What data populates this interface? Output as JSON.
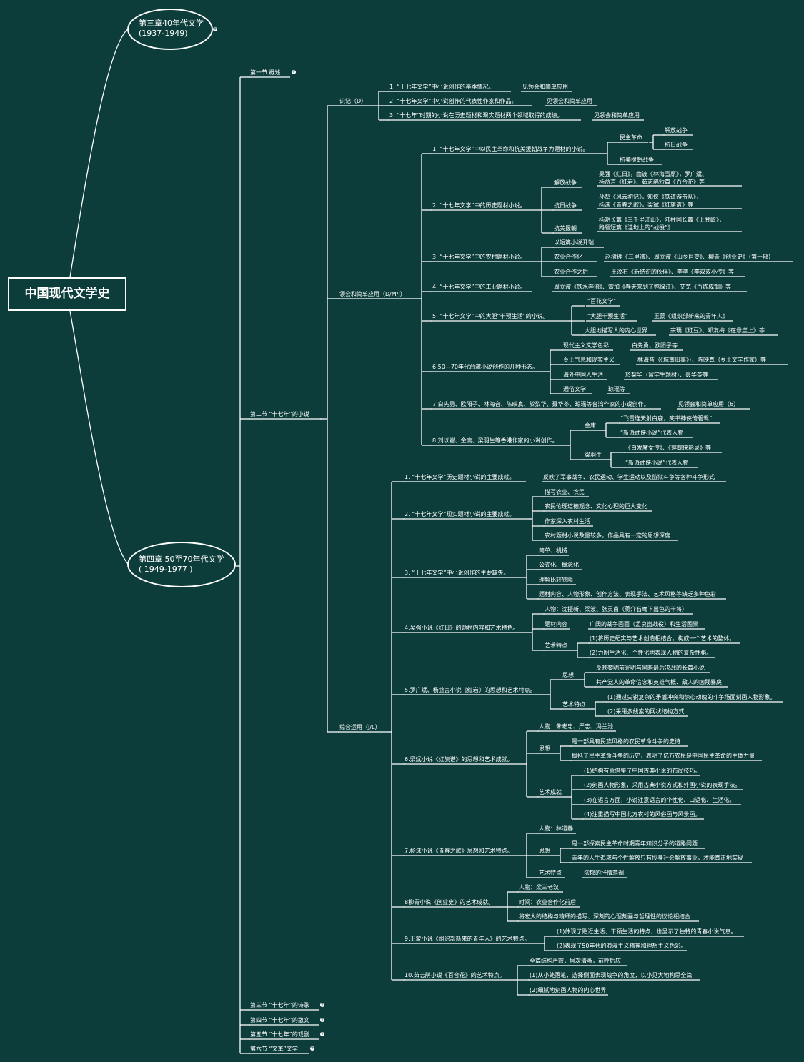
{
  "root": "中国现代文学史",
  "ch3": [
    "第三章40年代文学",
    "(1937-1949)"
  ],
  "ch4": [
    "第四章 50至70年代文学",
    "( 1949-1977 )"
  ],
  "sections": {
    "s1": "第一节 概述",
    "s2": "第二节 “十七年”的小说",
    "s3": "第三节 “十七年”的诗歌",
    "s4": "第四节 “十七年”的散文",
    "s5": "第五节 “十七年”的戏剧",
    "s6": "第六节 “文革”文学"
  },
  "levels": {
    "recall": "识记（D）",
    "apply": "领会和简单应用（D/M/J）",
    "synth": "综合运用（J/L）"
  },
  "recall_items": [
    {
      "text": "1. “十七年文学”中小说创作的基本情况。",
      "tag": "见领会和简单应用"
    },
    {
      "text": "2. “十七年文学”中小说创作的代表性作家和作品。",
      "tag": "见领会和简单应用"
    },
    {
      "text": "3. “十七年”时期的小说在历史题材和现实题材两个领域取得的成绩。",
      "tag": "见领会和简单应用"
    }
  ],
  "apply": {
    "a1": {
      "text": "1. “十七年文学”中以民主革命和抗美援朝战争为题材的小说。",
      "minzhu": "民主革命",
      "jiefang": "解放战争",
      "kangri": "抗日战争",
      "kangmei": "抗美援朝战争"
    },
    "a2": {
      "text": "2. “十七年文学”中的历史题材小说。",
      "rows": [
        {
          "k": "解放战争",
          "v": "吴强《红日》，曲波《林海雪原》，罗广斌、\n杨益言《红岩》、茹志鹃短篇《百合花》等"
        },
        {
          "k": "抗日战争",
          "v": "孙犁《风云初记》，知侠《铁道游击队》，\n杨沫《青春之歌》，梁斌《红旗谱》等"
        },
        {
          "k": "抗美援朝",
          "v": "杨朔长篇《三千里江山》，陆柱国长篇《上甘岭》，\n路翎短篇《洼地上的“战役”》"
        }
      ]
    },
    "a3": {
      "text": "3. “十七年文学”中的农村题材小说。",
      "first": "以短篇小说开端",
      "rows": [
        {
          "k": "农业合作化",
          "v": "赵树理《三里湾》、周立波《山乡巨变》、柳青《创业史》（第一部）"
        },
        {
          "k": "农业合作之后",
          "v": "王汶石《新结识的伙伴》、李凖《李双双小传》等"
        }
      ]
    },
    "a4": {
      "text": "4. “十七年文学”中的工业题材小说。",
      "v": "周立波《铁水奔流》、雷加《春天来到了鸭绿江》、艾芜《百炼成钢》等"
    },
    "a5": {
      "text": "5. “十七年文学”中的大胆“干预生活”的小说。",
      "rows": [
        {
          "k": "“百花文学”",
          "v": ""
        },
        {
          "k": "“大胆干预生活”",
          "v": "王蒙《组织部新来的青年人》"
        },
        {
          "k": "大胆地描写人的内心世界",
          "v": "宗璞《红豆》、邓友梅《在悬崖上》等"
        }
      ]
    },
    "a6": {
      "text": "6.50—70年代台湾小说创作的几种形态。",
      "rows": [
        {
          "k": "现代主义文学色彩",
          "v": "白先勇、欧阳子等"
        },
        {
          "k": "乡土气息和现实主义",
          "v": "林海音（《城南旧事》）、陈映真（乡土文学作家）等"
        },
        {
          "k": "海外中国人生活",
          "v": "於梨华（留学生题材）、聂华苓等"
        },
        {
          "k": "通俗文学",
          "v": "琼瑶等"
        }
      ]
    },
    "a7": {
      "text": "7.白先勇、欧阳子、林海音、陈映真、於梨华、聂华苓、琼瑶等台湾作家的小说创作。",
      "v": "见领会和简单应用（6）"
    },
    "a8": {
      "text": "8.刘以鬯、金庸、梁羽生等香港作家的小说创作。",
      "jin": "金庸",
      "jin_rows": [
        "“飞雪连天射白鹿，笑书神侠倚碧鸳”",
        "“新派武侠小说”代表人物"
      ],
      "liang": "梁羽生",
      "liang_rows": [
        "《白发魔女传》、《萍踪侠影录》等",
        "“新派武侠小说”代表人物"
      ]
    }
  },
  "synth": {
    "c1": {
      "text": "1. “十七年文学”历史题材小说的主要成就。",
      "v": "反映了军事战争、农民运动、学生运动以及监狱斗争等各种斗争形式"
    },
    "c2": {
      "text": "2. “十七年文学”现实题材小说的主要成就。",
      "rows": [
        "描写农业、农民",
        "农民伦理道德观念、文化心理的巨大变化",
        "作家深入农村生活",
        "农村题材小说数量较多，作品具有一定的思想深度"
      ]
    },
    "c3": {
      "text": "3. “十七年文学”中小说创作的主要缺失。",
      "rows": [
        "简单、机械",
        "公式化、概念化",
        "理解比较狭隘",
        "题材内容、人物形象、创作方法、表现手法、艺术风格等缺乏多种色彩"
      ]
    },
    "c4": {
      "text": "4.吴强小说《红日》的题材内容和艺术特色。",
      "people": "人物：沈振新、梁波、张灵甫（蒋介石麾下出色的干将）",
      "topic_k": "题材内容",
      "topic_v": "广阔的战争画面（孟良崮战役）和生活图景",
      "art_k": "艺术特点",
      "art_rows": [
        "(1)将历史纪实与艺术创造相结合，构成一个艺术的整体。",
        "(2)力图生活化、个性化地表现人物的复杂性格。"
      ]
    },
    "c5": {
      "text": "5.罗广斌、杨益言小说《红岩》的思想和艺术特点。",
      "idea_k": "思想",
      "idea_rows": [
        "反映黎明前光明与黑暗最后决战的长篇小说",
        "共产党人的革命信念和英雄气概、敌人的凶残暴戾"
      ],
      "art_k": "艺术特点",
      "art_rows": [
        "(1)通过尖锐复杂的矛盾冲突和惊心动魄的斗争场面刻画人物形象。",
        "(2)采用多线索的网状结构方式"
      ]
    },
    "c6": {
      "text": "6.梁斌小说《红旗谱》的思想和艺术成就。",
      "people": "人物：朱老忠、严志、冯兰池",
      "idea_k": "思想",
      "idea_rows": [
        "是一部具有民族风格的农民革命斗争的史诗",
        "概括了民主革命斗争的历史，表明了亿万农民是中国民主革命的主体力量"
      ],
      "art_k": "艺术成就",
      "art_rows": [
        "(1)结构有意借鉴了中国古典小说的布局技巧。",
        "(2)刻画人物形象，采用古典小说方式和外国小说的表现手法。",
        "(3)在语言方面，小说注意语言的个性化、口语化、生活化。",
        "(4)注重描写中国北方农村的风俗画与风景画。"
      ]
    },
    "c7": {
      "text": "7.杨沫小说《青春之歌》思想和艺术特点。",
      "people": "人物：林道静",
      "idea_k": "思想",
      "idea_rows": [
        "是一部探索民主革命时期青年知识分子的道路问题",
        "青年的人生追求与个性解放只有投身社会解放事业，才能真正地实现"
      ],
      "art_k": "艺术特点",
      "art_v": "浓郁的抒情笔调"
    },
    "c8": {
      "text": "8柳青小说《创业史》的艺术成就。",
      "rows": [
        "人物：梁三老汉",
        "时间：农业合作化前后",
        "将宏大的结构与精细的描写、深刻的心理刻画与哲理性的议论相结合"
      ]
    },
    "c9": {
      "text": "9.王蒙小说《组织部新来的青年人》的艺术特点。",
      "rows": [
        "(1)体现了贴近生活、干预生活的特点，也显示了独特的青春小说气息。",
        "(2)表现了50年代的浪漫主义精神和理想主义色彩。"
      ]
    },
    "c10": {
      "text": "10.茹志鹃小说《百合花》的艺术特点。",
      "rows": [
        "全篇结构严密，层次清晰，前呼后应",
        "(1)从小处落笔，选择侧面表现战争的角度，以小见大地构思全篇",
        "(2)细腻地刻画人物的内心世界"
      ]
    }
  },
  "colors": {
    "bg": "#0c3d3a",
    "line": "#ffffff"
  }
}
